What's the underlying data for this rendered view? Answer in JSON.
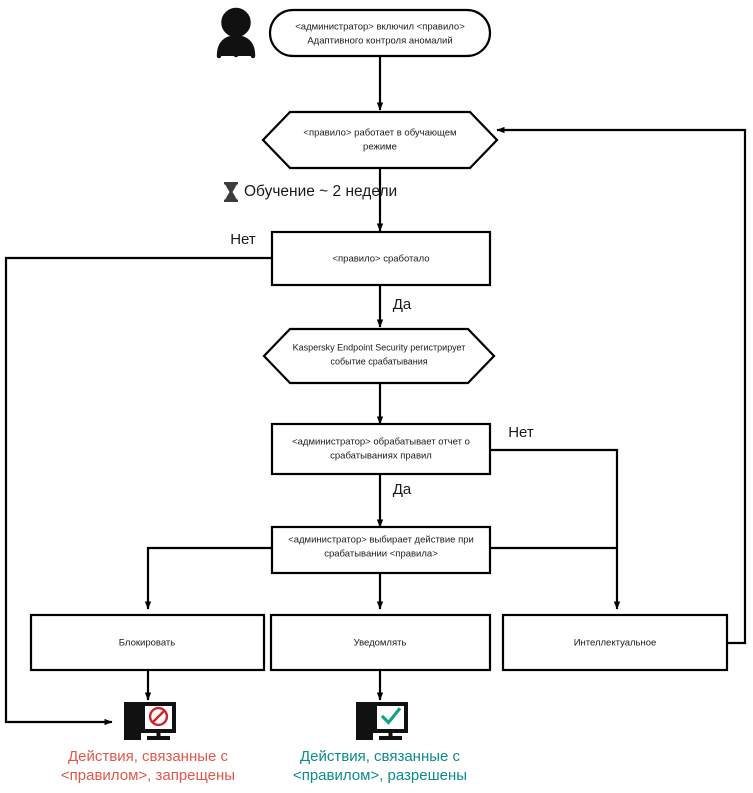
{
  "diagram": {
    "title": "Adaptive Anomaly Control rule workflow",
    "colors": {
      "denied": "#e2574c",
      "allowed": "#0c8c8c",
      "stroke": "#000000",
      "background": "#ffffff"
    },
    "icons": {
      "actor": "person-icon",
      "timer": "hourglass-icon",
      "denied": "computer-blocked-icon",
      "allowed": "computer-allowed-icon"
    },
    "nodes": {
      "start": {
        "shape": "rounded-rectangle",
        "line1": "<администратор> включил <правило>",
        "line2": "Адаптивного контроля аномалий"
      },
      "learning_mode": {
        "shape": "hexagon",
        "line1": "<правило> работает в обучающем",
        "line2": "режиме"
      },
      "rule_triggered": {
        "shape": "rectangle",
        "line1": "<правило> сработало"
      },
      "kes_registers": {
        "shape": "hexagon",
        "line1": "Kaspersky Endpoint Security регистрирует",
        "line2": "событие срабатывания"
      },
      "admin_report": {
        "shape": "rectangle",
        "line1": "<администратор> обрабатывает отчет о",
        "line2": "срабатываниях правил"
      },
      "admin_action": {
        "shape": "rectangle",
        "line1": "<администратор> выбирает действие при",
        "line2": "срабатывании <правила>"
      },
      "block": {
        "shape": "rectangle",
        "line1": "Блокировать"
      },
      "notify": {
        "shape": "rectangle",
        "line1": "Уведомлять"
      },
      "smart": {
        "shape": "rectangle",
        "line1": "Интеллектуальное"
      }
    },
    "edge_labels": {
      "triggered_no": "Нет",
      "triggered_yes": "Да",
      "report_no": "Нет",
      "report_yes": "Да"
    },
    "annotations": {
      "learning_duration": "Обучение ~ 2 недели"
    },
    "outcomes": {
      "denied": {
        "line1": "Действия, связанные с",
        "line2": "<правилом>, запрещены"
      },
      "allowed": {
        "line1": "Действия, связанные с",
        "line2": "<правилом>, разрешены"
      }
    }
  }
}
